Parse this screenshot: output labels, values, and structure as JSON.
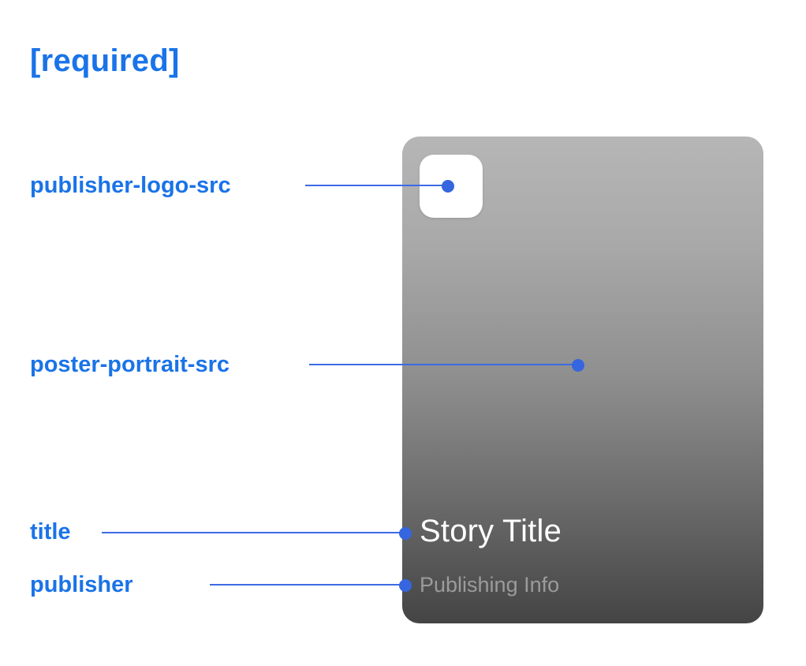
{
  "heading": "[required]",
  "annotations": {
    "publisher_logo_src": {
      "label": "publisher-logo-src"
    },
    "poster_portrait_src": {
      "label": "poster-portrait-src"
    },
    "title": {
      "label": "title"
    },
    "publisher": {
      "label": "publisher"
    }
  },
  "card": {
    "story_title": "Story Title",
    "publishing_info": "Publishing Info"
  },
  "icons": {
    "publisher_logo_placeholder": "publisher-logo-placeholder",
    "connector_dot": "connector-dot"
  },
  "colors": {
    "label_blue": "#1a73e8",
    "connector_blue": "#3c6be4",
    "card_gradient_top": "#b6b6b6",
    "card_gradient_bottom": "#444444",
    "story_title_color": "#ffffff",
    "publishing_info_color": "#9b9b9b",
    "logo_background": "#ffffff"
  }
}
